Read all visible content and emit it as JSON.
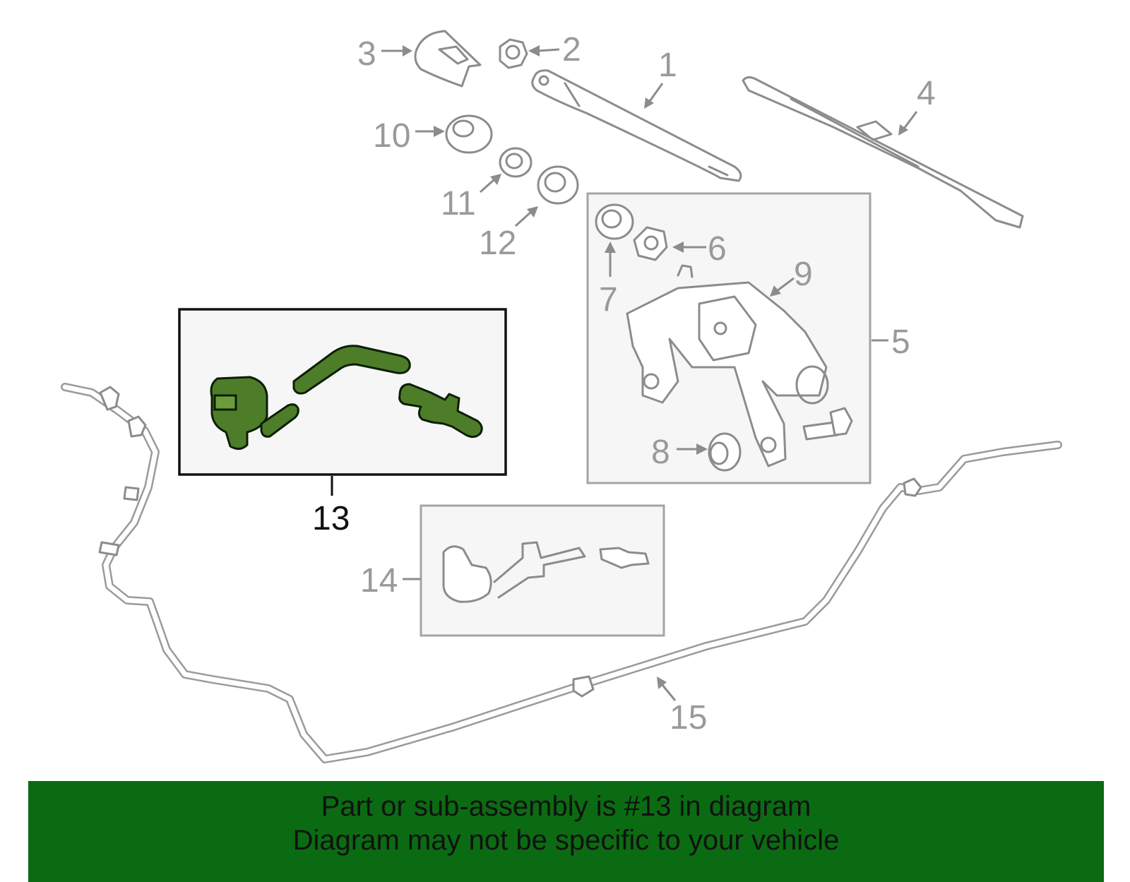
{
  "callouts": {
    "c1": "1",
    "c2": "2",
    "c3": "3",
    "c4": "4",
    "c5": "5",
    "c6": "6",
    "c7": "7",
    "c8": "8",
    "c9": "9",
    "c10": "10",
    "c11": "11",
    "c12": "12",
    "c13": "13",
    "c14": "14",
    "c15": "15"
  },
  "highlighted_part": "13",
  "colors": {
    "highlight": "#4e7d2a",
    "banner": "#0b6b12",
    "line_art": "#8c8c8c"
  },
  "banner": {
    "line1": "Part or sub-assembly is #13 in diagram",
    "line2": "Diagram may not be specific to your vehicle"
  }
}
